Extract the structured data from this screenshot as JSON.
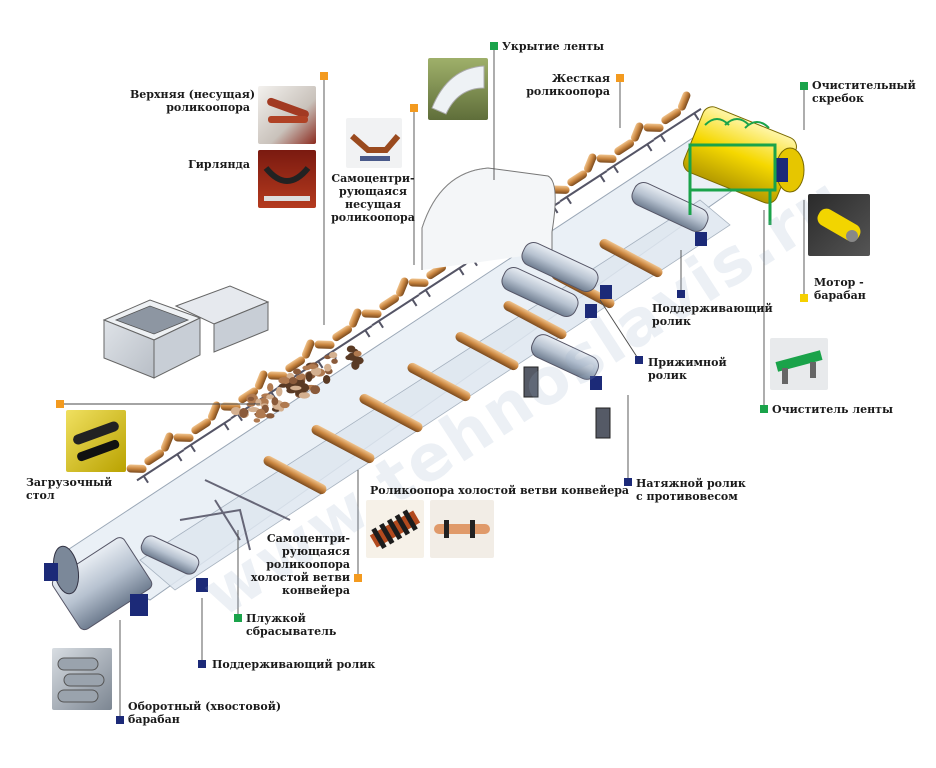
{
  "watermark": "www.tehnoslavis.ru",
  "colors": {
    "orange": "#f39a1f",
    "green": "#1aa34a",
    "blue": "#1c2a78",
    "yellow": "#f5d000",
    "belt": "#e8eef5",
    "roller": "#c9853f",
    "drum": "#b7c2d0"
  },
  "labels": {
    "top_carrying_idler": [
      "Верхняя (несущая)",
      "роликоопора"
    ],
    "garland": [
      "Гирлянда"
    ],
    "self_aligning_carrying": [
      "Самоцентри-",
      "рующаяся",
      "несущая",
      "роликоопора"
    ],
    "belt_cover": [
      "Укрытие ленты"
    ],
    "rigid_idler": [
      "Жесткая",
      "роликоопора"
    ],
    "cleaning_scraper": [
      "Очистительный",
      "скребок"
    ],
    "motor_drum": [
      "Мотор -",
      "барабан"
    ],
    "support_roller_upper": [
      "Поддерживающий",
      "ролик"
    ],
    "snub_roller": [
      "Прижимной",
      "ролик"
    ],
    "belt_cleaner": [
      "Очиститель ленты"
    ],
    "loading_table": [
      "Загрузочный",
      "стол"
    ],
    "return_idler": [
      "Роликоопора холостой ветви конвейера"
    ],
    "take_up_roller": [
      "Натяжной ролик",
      "с противовесом"
    ],
    "self_aligning_return": [
      "Самоцентри-",
      "рующаяся",
      "роликоопора",
      "холостой ветви",
      "конвейера"
    ],
    "plow_tripper": [
      "Плужкой",
      "сбрасыватель"
    ],
    "support_roller_lower": [
      "Поддерживающий ролик"
    ],
    "tail_drum": [
      "Оборотный (хвостовой)",
      "барабан"
    ]
  }
}
